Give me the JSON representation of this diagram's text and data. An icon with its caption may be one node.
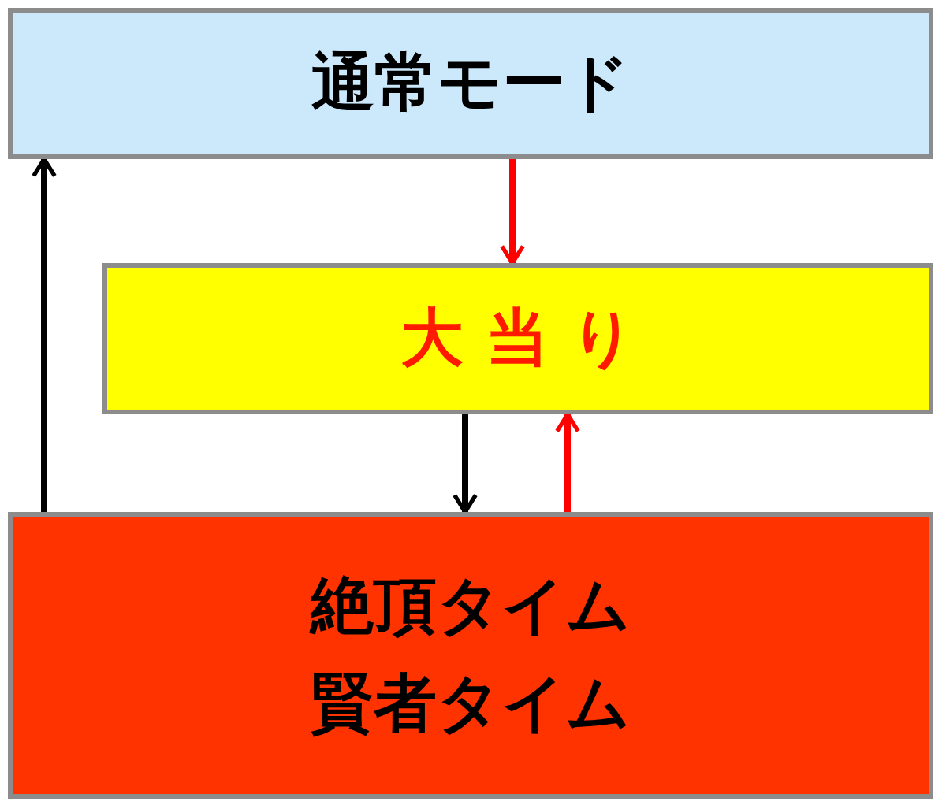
{
  "diagram": {
    "nodes": [
      {
        "text": [
          "通常モード"
        ]
      },
      {
        "text": [
          "大 当 り"
        ]
      },
      {
        "text": [
          "絶頂タイム",
          "賢者タイム"
        ]
      }
    ],
    "edges": [
      {
        "from": 0,
        "to": 1,
        "arrow": "to",
        "color": "#ff0000"
      },
      {
        "from": 1,
        "to": 2,
        "arrow": "to",
        "color": "#000000"
      },
      {
        "from": 2,
        "to": 1,
        "arrow": "to",
        "color": "#ff0000"
      },
      {
        "from": 2,
        "to": 0,
        "arrow": "to",
        "color": "#000000"
      }
    ]
  }
}
